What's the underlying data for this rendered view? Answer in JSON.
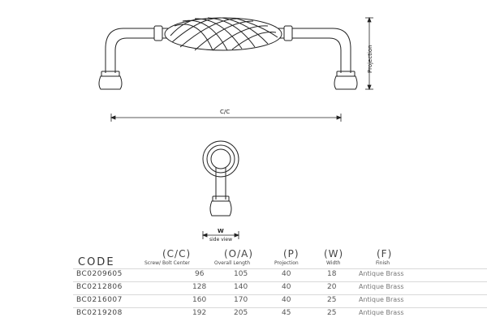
{
  "labels": {
    "cc": "C/C",
    "projection": "Projection",
    "width_mark": "W",
    "side_view": "side view"
  },
  "table": {
    "code_header": "CODE",
    "columns": [
      {
        "key": "cc",
        "title": "(C/C)",
        "sub": "Screw/ Bolt Center"
      },
      {
        "key": "oa",
        "title": "(O/A)",
        "sub": "Overall Length"
      },
      {
        "key": "p",
        "title": "(P)",
        "sub": "Projection"
      },
      {
        "key": "w",
        "title": "(W)",
        "sub": "Width"
      },
      {
        "key": "f",
        "title": "(F)",
        "sub": "Finish"
      }
    ],
    "rows": [
      {
        "code": "BC0209605",
        "cc": "96",
        "oa": "105",
        "p": "40",
        "w": "18",
        "f": "Antique Brass"
      },
      {
        "code": "BC0212806",
        "cc": "128",
        "oa": "140",
        "p": "40",
        "w": "20",
        "f": "Antique Brass"
      },
      {
        "code": "BC0216007",
        "cc": "160",
        "oa": "170",
        "p": "40",
        "w": "25",
        "f": "Antique Brass"
      },
      {
        "code": "BC0219208",
        "cc": "192",
        "oa": "205",
        "p": "45",
        "w": "25",
        "f": "Antique Brass"
      }
    ]
  }
}
